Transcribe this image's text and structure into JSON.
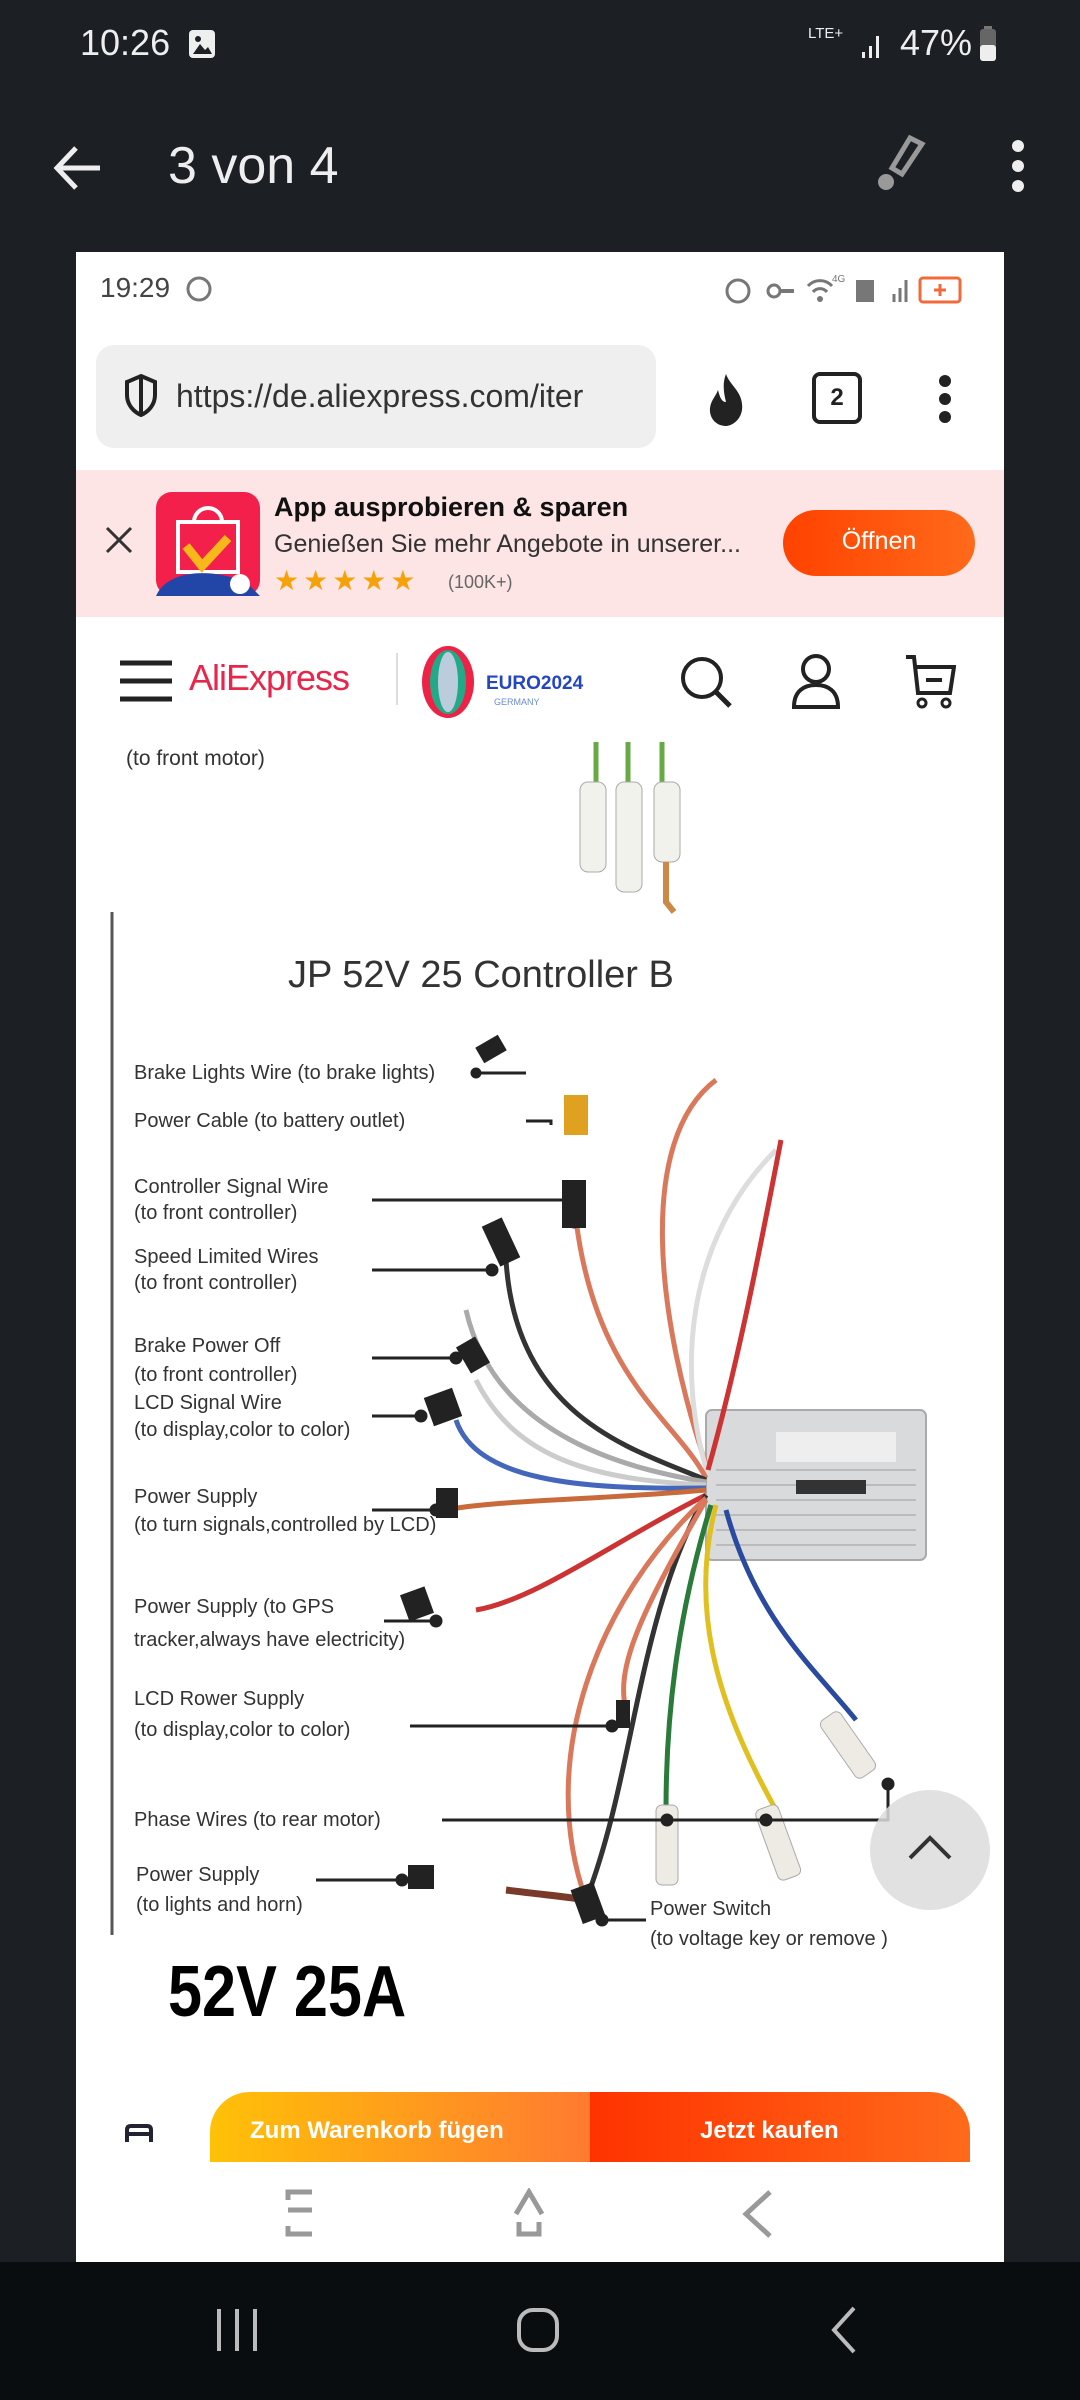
{
  "system_status": {
    "time": "10:26",
    "network": "LTE+",
    "battery": "47%"
  },
  "app_bar": {
    "title": "3 von 4"
  },
  "screenshot": {
    "status": {
      "time": "19:29",
      "network": "4G"
    },
    "browser": {
      "url": "https://de.aliexpress.com/iter",
      "tab_count": "2"
    },
    "banner": {
      "title": "App ausprobieren & sparen",
      "subtitle": "Genießen Sie mehr Angebote in unserer...",
      "rating_count": "(100K+)",
      "open_label": "Öffnen"
    },
    "header": {
      "brand": "AliExpress",
      "euro": "EURO2024",
      "euro_sub": "GERMANY"
    },
    "image": {
      "top_caption": "(to front motor)",
      "title": "JP 52V  25 Controller B",
      "labels": [
        "Brake Lights Wire  (to brake lights)",
        "Power Cable (to battery outlet)",
        "Controller Signal Wire",
        "(to front controller)",
        "Speed Limited Wires",
        "(to front controller)",
        "Brake Power Off",
        "(to front controller)",
        "LCD Signal Wire",
        "(to display,color to color)",
        "Power Supply",
        "(to turn signals,controlled by LCD)",
        "Power Supply (to GPS",
        "tracker,always have electricity)",
        "LCD Rower Supply",
        "(to display,color to color)",
        "Phase Wires  (to rear motor)",
        "Power Supply",
        "(to lights and horn)",
        "Power Switch",
        "(to voltage key or remove )"
      ],
      "spec": "52V  25A"
    },
    "actions": {
      "cart_label": "Zum Warenkorb fügen",
      "buy_label": "Jetzt kaufen"
    },
    "colors": {
      "accent": "#ff4a0a",
      "banner_bg": "#fde5e5",
      "brand": "#e8254a"
    }
  }
}
